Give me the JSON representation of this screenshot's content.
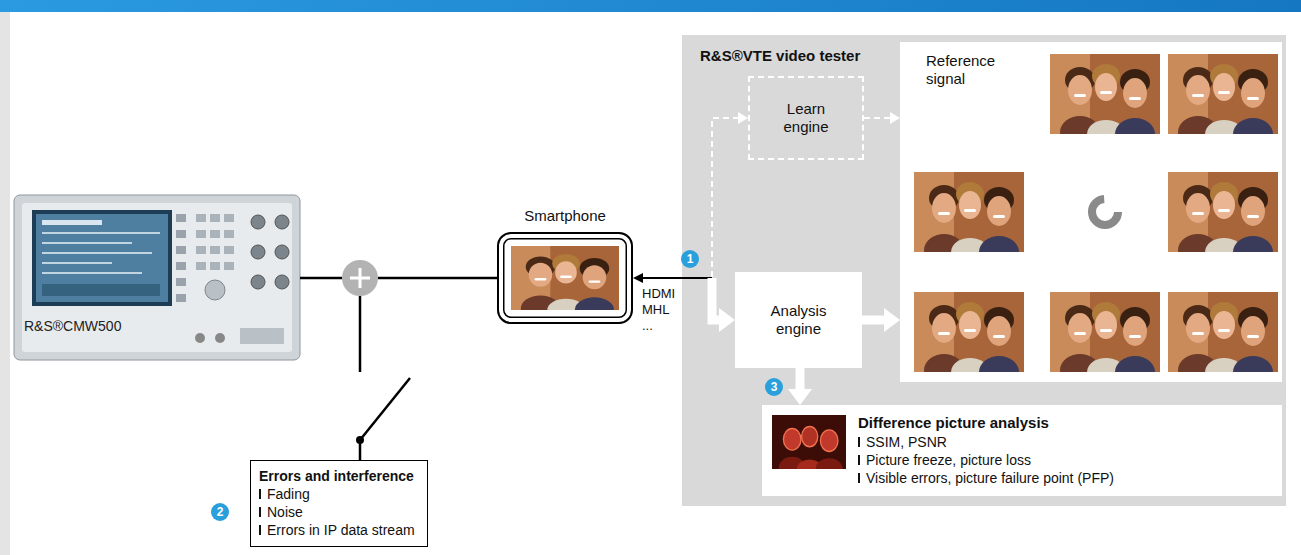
{
  "diagram": {
    "nodes": [
      {
        "text": [
          "Smartphone"
        ]
      },
      {
        "text": [
          "R&S®VTE video tester"
        ]
      },
      {
        "text": [
          "Learn engine"
        ],
        "in": 1
      },
      {
        "text": [
          "Reference signal"
        ],
        "in": 1
      },
      {
        "text": [
          "Analysis engine"
        ],
        "in": 1
      },
      {
        "text": [
          "Difference picture analysis",
          "SSIM, PSNR",
          "Picture freeze, picture loss",
          "Visible errors, picture failure point (PFP)"
        ],
        "in": 1
      },
      {
        "text": [
          "Errors and interference",
          "Fading",
          "Noise",
          "Errors in IP data stream"
        ]
      }
    ],
    "edges": [
      {
        "from": 0,
        "to": 2,
        "arrow": "to"
      },
      {
        "from": 0,
        "to": 4,
        "arrow": "both"
      },
      {
        "from": 2,
        "to": 3,
        "arrow": "to"
      },
      {
        "from": 4,
        "to": 3,
        "arrow": "to"
      },
      {
        "from": 4,
        "to": 5,
        "arrow": "to"
      }
    ],
    "labels": [
      "R&S®CMW500",
      "1",
      "HDMI",
      "MHL",
      "...",
      "3",
      "2"
    ]
  }
}
